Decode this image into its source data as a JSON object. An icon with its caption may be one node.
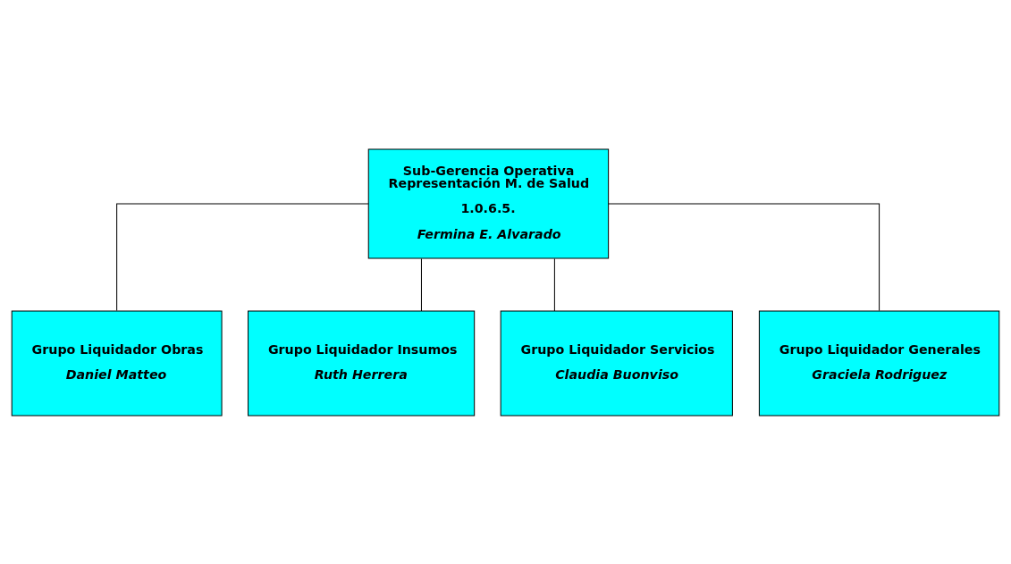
{
  "diagram": {
    "nodes": [
      {
        "text": [
          "Sub-Gerencia Operativa Representación M. de Salud",
          "1.0.6.5.",
          "Fermina E. Alvarado"
        ]
      },
      {
        "text": [
          "Grupo Liquidador Obras",
          "Daniel Matteo"
        ]
      },
      {
        "text": [
          "Grupo Liquidador Insumos",
          "Ruth Herrera"
        ]
      },
      {
        "text": [
          "Grupo Liquidador Servicios",
          "Claudia Buonviso"
        ]
      },
      {
        "text": [
          "Grupo Liquidador Generales",
          "Graciela Rodriguez"
        ]
      }
    ],
    "edges": [
      {
        "from": 0,
        "to": 1,
        "arrow": "none"
      },
      {
        "from": 0,
        "to": 2,
        "arrow": "none"
      },
      {
        "from": 0,
        "to": 3,
        "arrow": "none"
      },
      {
        "from": 0,
        "to": 4,
        "arrow": "none"
      }
    ]
  }
}
